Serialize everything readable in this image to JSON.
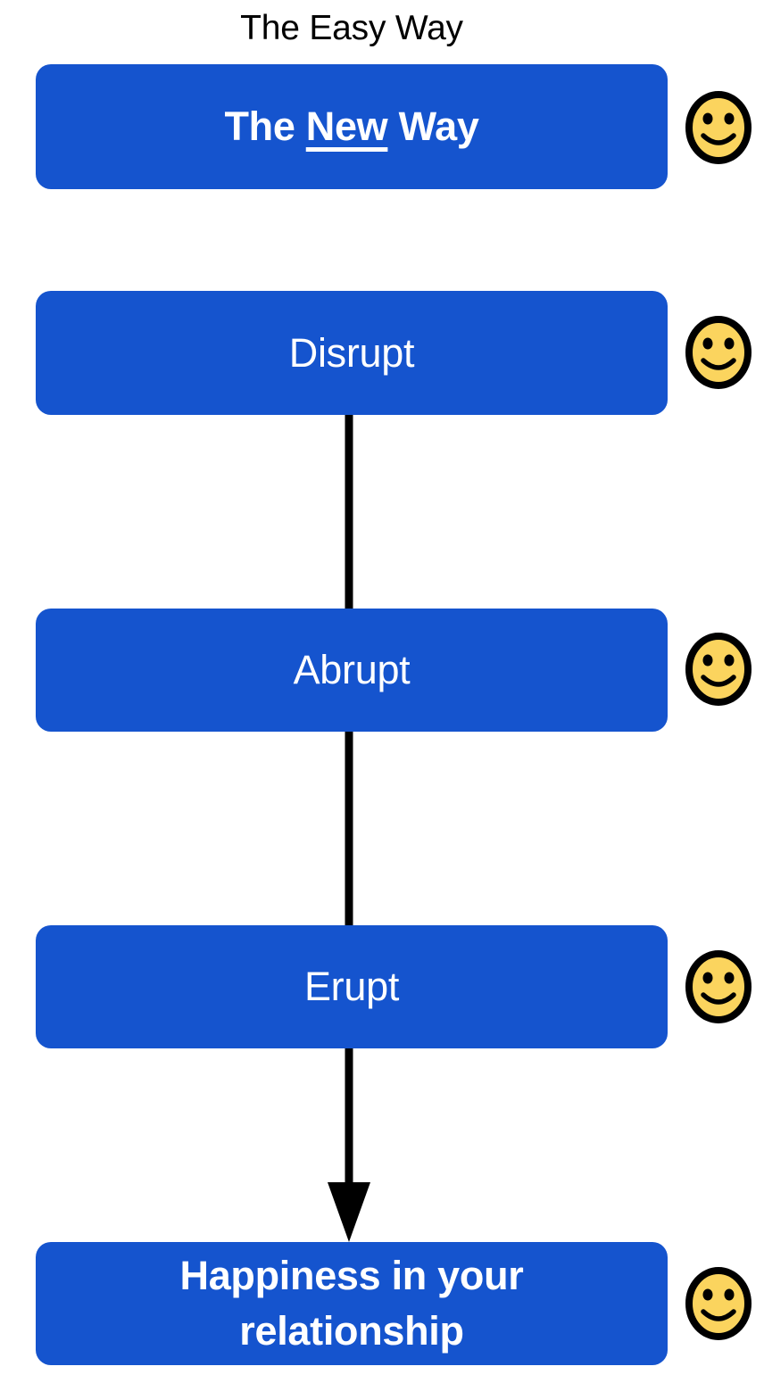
{
  "title": "The Easy Way",
  "colors": {
    "box_fill": "#1554CE",
    "box_text": "#FFFFFF",
    "title_text": "#000000",
    "connector": "#000000",
    "smiley_fill": "#FBD45E",
    "smiley_stroke": "#000000",
    "background": "#FFFFFF"
  },
  "nodes": [
    {
      "id": "new-way",
      "label_prefix": "The ",
      "label_emphasis": "New",
      "label_suffix": " Way",
      "bold": true,
      "underlined_word": "New",
      "smiley": "smiley-face-icon"
    },
    {
      "id": "disrupt",
      "label": "Disrupt",
      "bold": false,
      "smiley": "smiley-face-icon"
    },
    {
      "id": "abrupt",
      "label": "Abrupt",
      "bold": false,
      "smiley": "smiley-face-icon"
    },
    {
      "id": "erupt",
      "label": "Erupt",
      "bold": false,
      "smiley": "smiley-face-icon"
    },
    {
      "id": "happiness",
      "label_line1": "Happiness in your",
      "label_line2": "relationship",
      "bold": true,
      "smiley": "smiley-face-icon"
    }
  ],
  "connectors": [
    {
      "from": "disrupt",
      "to": "abrupt",
      "arrow": false
    },
    {
      "from": "abrupt",
      "to": "erupt",
      "arrow": false
    },
    {
      "from": "erupt",
      "to": "happiness",
      "arrow": true
    }
  ]
}
